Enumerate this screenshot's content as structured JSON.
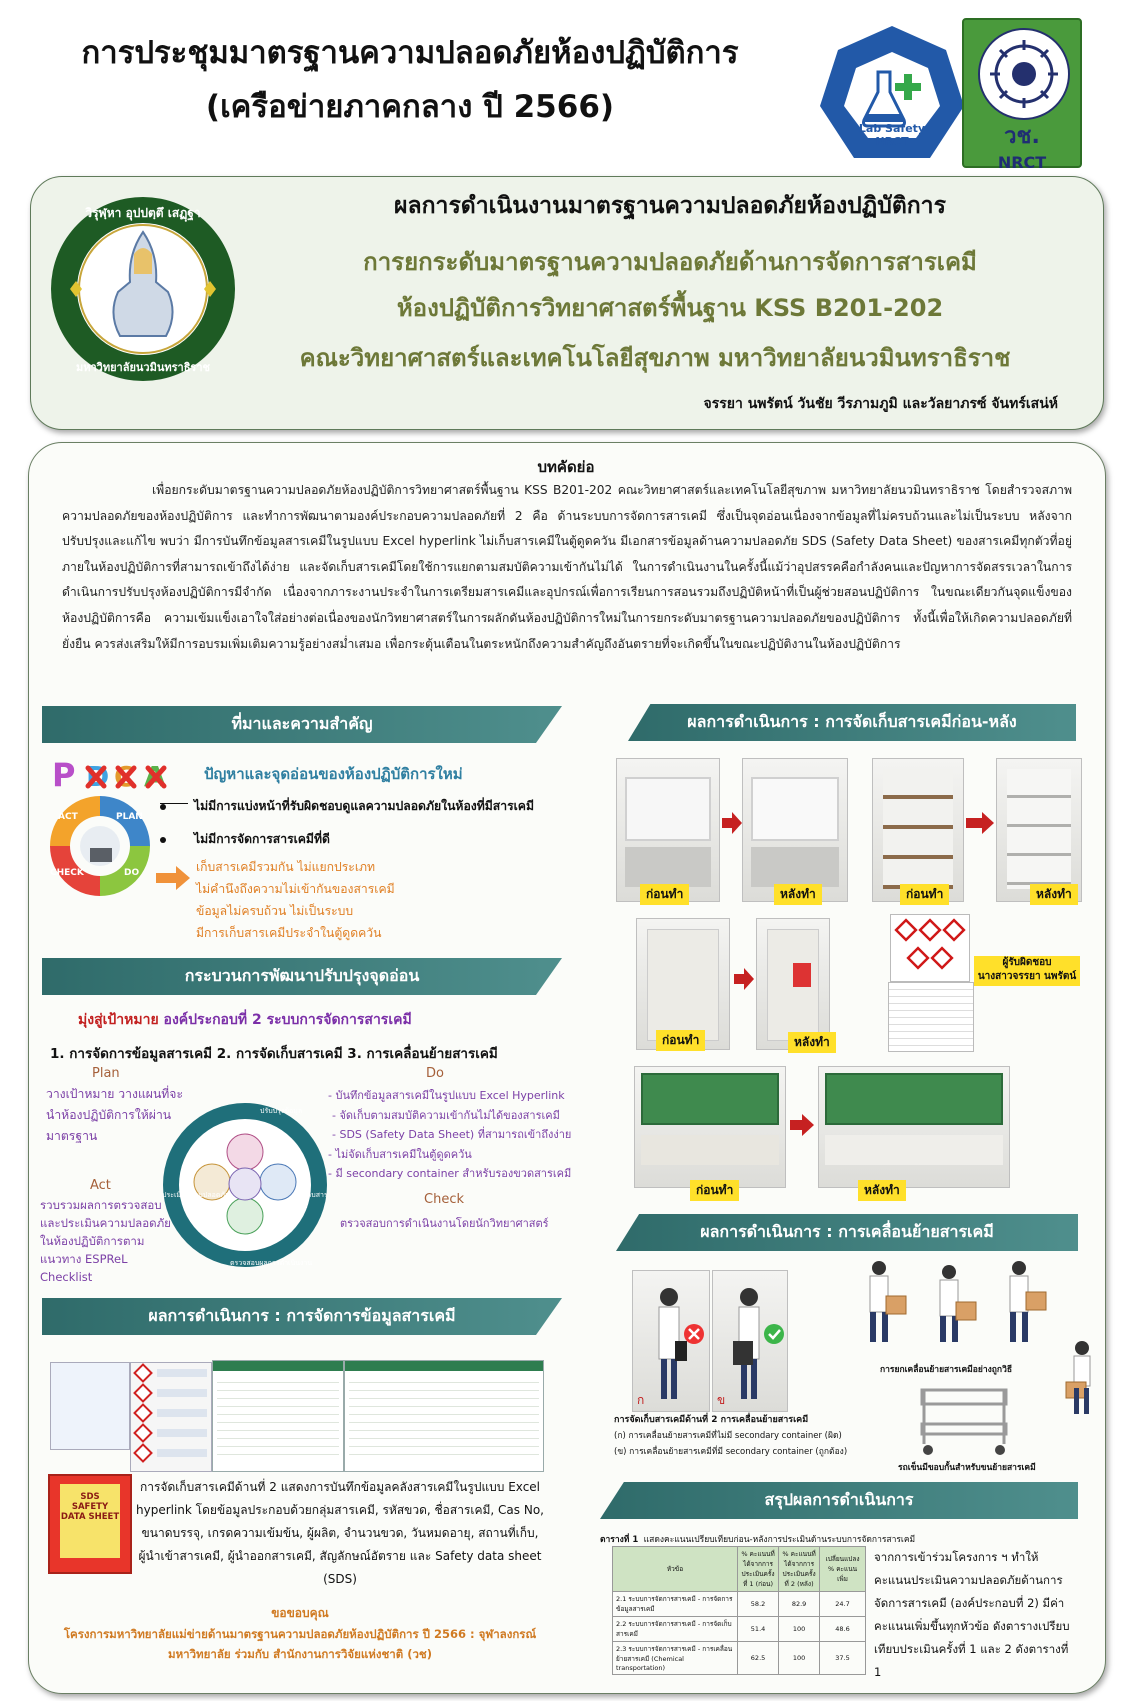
{
  "header": {
    "title_line1": "การประชุมมาตรฐานความปลอดภัยห้องปฏิบัติการ",
    "title_line2": "(เครือข่ายภาคกลาง ปี 2566)",
    "lab_safety_logo_text1": "Lab Safety",
    "lab_safety_logo_text2": "NRCT",
    "nrct_logo_text1": "วช.",
    "nrct_logo_text2": "NRCT"
  },
  "top_panel": {
    "university_logo_top": "วิรุฬฺหา อุปปตฺตึ เสฏฺฐา",
    "university_logo_bottom": "มหาวิทยาลัยนวมินทราธิราช",
    "title1": "ผลการดำเนินงานมาตรฐานความปลอดภัยห้องปฏิบัติการ",
    "title2": "การยกระดับมาตรฐานความปลอดภัยด้านการจัดการสารเคมี",
    "title3": "ห้องปฏิบัติการวิทยาศาสตร์พื้นฐาน KSS B201-202",
    "title4": "คณะวิทยาศาสตร์และเทคโนโลยีสุขภาพ มหาวิทยาลัยนวมินทราธิราช",
    "authors": "จรรยา นพรัตน์  วันชัย วีรภามภูมิ  และวัลยาภรซ์ จันทร์เสน่ห์"
  },
  "abstract": {
    "heading": "บทคัดย่อ",
    "text": "เพื่อยกระดับมาตรฐานความปลอดภัยห้องปฏิบัติการวิทยาศาสตร์พื้นฐาน KSS B201-202 คณะวิทยาศาสตร์และเทคโนโลยีสุขภาพ มหาวิทยาลัยนวมินทราธิราช โดยสำรวจสภาพความปลอดภัยของห้องปฏิบัติการ และทำการพัฒนาตามองค์ประกอบความปลอดภัยที่ 2 คือ ด้านระบบการจัดการสารเคมี ซึ่งเป็นจุดอ่อนเนื่องจากข้อมูลที่ไม่ครบถ้วนและไม่เป็นระบบ หลังจากปรับปรุงและแก้ไข พบว่า มีการบันทึกข้อมูลสารเคมีในรูปแบบ Excel hyperlink ไม่เก็บสารเคมีในตู้ดูดควัน มีเอกสารข้อมูลด้านความปลอดภัย SDS (Safety Data Sheet) ของสารเคมีทุกตัวที่อยู่ภายในห้องปฏิบัติการที่สามารถเข้าถึงได้ง่าย และจัดเก็บสารเคมีโดยใช้การแยกตามสมบัติความเข้ากันไม่ได้ ในการดำเนินงานในครั้งนี้แม้ว่าอุปสรรคคือกำลังคนและปัญหาการจัดสรรเวลาในการดำเนินการปรับปรุงห้องปฏิบัติการมีจำกัด เนื่องจากภาระงานประจำในการเตรียมสารเคมีและอุปกรณ์เพื่อการเรียนการสอนรวมถึงปฏิบัติหน้าที่เป็นผู้ช่วยสอนปฏิบัติการ ในขณะเดียวกันจุดแข็งของห้องปฏิบัติการคือ ความเข้มแข็งเอาใจใส่อย่างต่อเนื่องของนักวิทยาศาสตร์ในการผลักดันห้องปฏิบัติการใหม่ในการยกระดับมาตรฐานความปลอดภัยของปฏิบัติการ ทั้งนี้เพื่อให้เกิดความปลอดภัยที่ยั่งยืน ควรส่งเสริมให้มีการอบรมเพิ่มเติมความรู้อย่างสม่ำเสมอ เพื่อกระตุ้นเตือนในตระหนักถึงความสำคัญถึงอันตรายที่จะเกิดขึ้นในขณะปฏิบัติงานในห้องปฏิบัติการ"
  },
  "background": {
    "banner": "ที่มาและความสำคัญ",
    "problem_title": "ปัญหาและจุดอ่อนของห้องปฏิบัติการใหม่",
    "pdca_letters": [
      "P",
      "D",
      "C",
      "A"
    ],
    "cycle_labels": [
      "ACT",
      "PLAN",
      "DO",
      "CHECK"
    ],
    "point1": "ไม่มีการแบ่งหน้าที่รับผิดชอบดูแลความปลอดภัยในห้องที่มีสารเคมี",
    "point2": "ไม่มีการจัดการสารเคมีที่ดี",
    "sub_points": [
      "เก็บสารเคมีรวมกัน ไม่แยกประเภท",
      "ไม่คำนึงถึงความไม่เข้ากันของสารเคมี",
      "ข้อมูลไม่ครบถ้วน ไม่เป็นระบบ",
      "มีการเก็บสารเคมีประจำในตู้ดูดควัน"
    ]
  },
  "process": {
    "banner": "กระบวนการพัฒนาปรับปรุงจุดอ่อน",
    "goal_label": "มุ่งสู่เป้าหมาย",
    "goal_text": "องค์ประกอบที่ 2 ระบบการจัดการสารเคมี",
    "steps": "1. การจัดการข้อมูลสารเคมี  2. การจัดเก็บสารเคมี  3. การเคลื่อนย้ายสารเคมี",
    "plan_title": "Plan",
    "plan_text": "วางเป้าหมาย วางแผนที่จะนำห้องปฏิบัติการให้ผ่านมาตรฐาน",
    "do_title": "Do",
    "do_items": [
      "- บันทึกข้อมูลสารเคมีในรูปแบบ Excel Hyperlink",
      "- จัดเก็บตามสมบัติความเข้ากันไม่ได้ของสารเคมี",
      "- SDS (Safety Data Sheet) ที่สามารถเข้าถึงง่าย",
      "- ไม่จัดเก็บสารเคมีในตู้ดูดควัน",
      "- มี secondary container สำหรับรองขวดสารเคมี"
    ],
    "act_title": "Act",
    "act_text": "รวบรวมผลการตรวจสอบและประเมินความปลอดภัยในห้องปฏิบัติการตามแนวทาง ESPReL Checklist",
    "check_title": "Check",
    "check_text": "ตรวจสอบการดำเนินงานโดยนักวิทยาศาสตร์",
    "cycle_caption_top": "ปรับปรุงข้อมูล",
    "cycle_caption_right": "จัดเก็บสารเคมี",
    "cycle_caption_bottom": "ตรวจสอบผลการดำเนินงาน",
    "cycle_caption_left": "ประเมินความปลอดภัย"
  },
  "data_mgmt": {
    "banner": "ผลการดำเนินการ : การจัดการข้อมูลสารเคมี",
    "sds_label1": "SDS",
    "sds_label2": "SAFETY",
    "sds_label3": "DATA SHEET",
    "caption": "การจัดเก็บสารเคมีด้านที่ 2 แสดงการบันทึกข้อมูลคลังสารเคมีในรูปแบบ Excel hyperlink โดยข้อมูลประกอบด้วยกลุ่มสารเคมี, รหัสขวด, ชื่อสารเคมี, Cas No, ขนาดบรรจุ, เกรดความเข้มข้น, ผู้ผลิต, จำนวนขวด, วันหมดอายุ, สถานที่เก็บ, ผู้นำเข้าสารเคมี, ผู้นำออกสารเคมี, สัญลักษณ์อัตราย และ Safety data sheet (SDS)",
    "thanks_title": "ขอขอบคุณ",
    "thanks_text": "โครงการมหาวิทยาลัยแม่ข่ายด้านมาตรฐานความปลอดภัยห้องปฏิบัติการ ปี 2566 : จุฬาลงกรณ์มหาวิทยาลัย ร่วมกับ สำนักงานการวิจัยแห่งชาติ (วช)"
  },
  "storage": {
    "banner": "ผลการดำเนินการ : การจัดเก็บสารเคมีก่อน-หลัง",
    "before": "ก่อนทำ",
    "after": "หลังทำ",
    "responsible_title": "ผู้รับผิดชอบ",
    "responsible_name": "นางสาวจรรยา  นพรัตน์"
  },
  "transport": {
    "banner": "ผลการดำเนินการ : การเคลื่อนย้ายสารเคมี",
    "label_a": "ก",
    "label_b": "ข",
    "caption_title": "การจัดเก็บสารเคมีด้านที่ 2 การเคลื่อนย้ายสารเคมี",
    "caption_a": "(ก) การเคลื่อนย้ายสารเคมีที่ไม่มี secondary container (ผิด)",
    "caption_b": "(ข) การเคลื่อนย้ายสารเคมีที่มี secondary container (ถูกต้อง)",
    "caption_right": "การยกเคลื่อนย้ายสารเคมีอย่างถูกวิธี",
    "caption_cart": "รถเข็นมีขอบกั้นสำหรับขนย้ายสารเคมี"
  },
  "summary": {
    "banner": "สรุปผลการดำเนินการ",
    "table_caption_label": "ตารางที่ 1",
    "table_caption": "แสดงคะแนนเปรียบเทียบก่อน-หลังการประเมินด้านระบบการจัดการสารเคมี",
    "table_headers": [
      "หัวข้อ",
      "% คะแนนที่ได้จากการประเมินครั้งที่ 1 (ก่อน)",
      "% คะแนนที่ได้จากการประเมินครั้งที่ 2 (หลัง)",
      "เปลี่ยนแปลง % คะแนนเพิ่ม"
    ],
    "table_rows": [
      [
        "2.1 ระบบการจัดการสารเคมี - การจัดการข้อมูลสารเคมี",
        "58.2",
        "82.9",
        "24.7"
      ],
      [
        "2.2 ระบบการจัดการสารเคมี - การจัดเก็บสารเคมี",
        "51.4",
        "100",
        "48.6"
      ],
      [
        "2.3 ระบบการจัดการสารเคมี - การเคลื่อนย้ายสารเคมี (Chemical transportation)",
        "62.5",
        "100",
        "37.5"
      ]
    ],
    "text": "จากการเข้าร่วมโครงการ ฯ ทำให้คะแนนประเมินความปลอดภัยด้านการจัดการสารเคมี (องค์ประกอบที่ 2) มีค่าคะแนนเพิ่มขึ้นทุกหัวข้อ ดังตารางเปรียบเทียบประเมินครั้งที่ 1 และ 2 ดังตารางที่ 1"
  }
}
